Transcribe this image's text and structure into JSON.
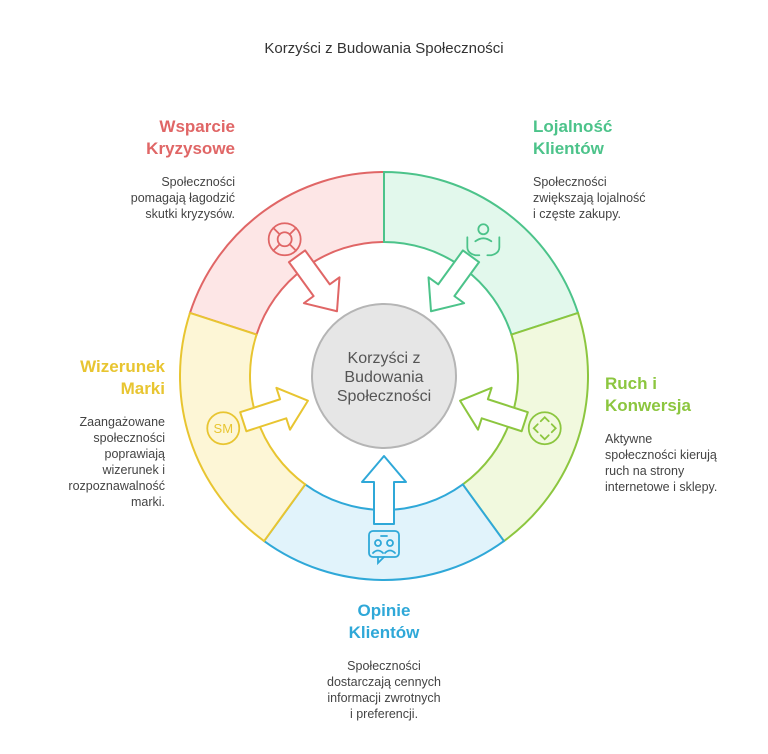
{
  "title": "Korzyści z Budowania Społeczności",
  "center": {
    "lines": [
      "Korzyści z",
      "Budowania",
      "Społeczności"
    ]
  },
  "segments": [
    {
      "id": "wsparcie",
      "title_lines": [
        "Wsparcie",
        "Kryzysowe"
      ],
      "desc_lines": [
        "Społeczności",
        "pomagają łagodzić",
        "skutki kryzysów."
      ],
      "color": "#e06666",
      "fill": "#fde6e6",
      "icon": "lifebuoy-icon"
    },
    {
      "id": "lojalnosc",
      "title_lines": [
        "Lojalność",
        "Klientów"
      ],
      "desc_lines": [
        "Społeczności",
        "zwiększają lojalność",
        "i częste zakupy."
      ],
      "color": "#4cc38a",
      "fill": "#e2f8ec",
      "icon": "person-hands-icon"
    },
    {
      "id": "ruch",
      "title_lines": [
        "Ruch i",
        "Konwersja"
      ],
      "desc_lines": [
        "Aktywne",
        "społeczności kierują",
        "ruch na strony",
        "internetowe i sklepy."
      ],
      "color": "#8cc63f",
      "fill": "#f1f9de",
      "icon": "move-arrows-icon"
    },
    {
      "id": "opinie",
      "title_lines": [
        "Opinie",
        "Klientów"
      ],
      "desc_lines": [
        "Społeczności",
        "dostarczają cennych",
        "informacji zwrotnych",
        "i preferencji."
      ],
      "color": "#2fa8d8",
      "fill": "#e1f3fb",
      "icon": "feedback-chat-icon"
    },
    {
      "id": "wizerunek",
      "title_lines": [
        "Wizerunek",
        "Marki"
      ],
      "desc_lines": [
        "Zaangażowane",
        "społeczności",
        "poprawiają",
        "wizerunek i",
        "rozpoznawalność",
        "marki."
      ],
      "color": "#e8c531",
      "fill": "#fdf6d6",
      "icon": "sm-badge-icon",
      "icon_text": "SM"
    }
  ]
}
